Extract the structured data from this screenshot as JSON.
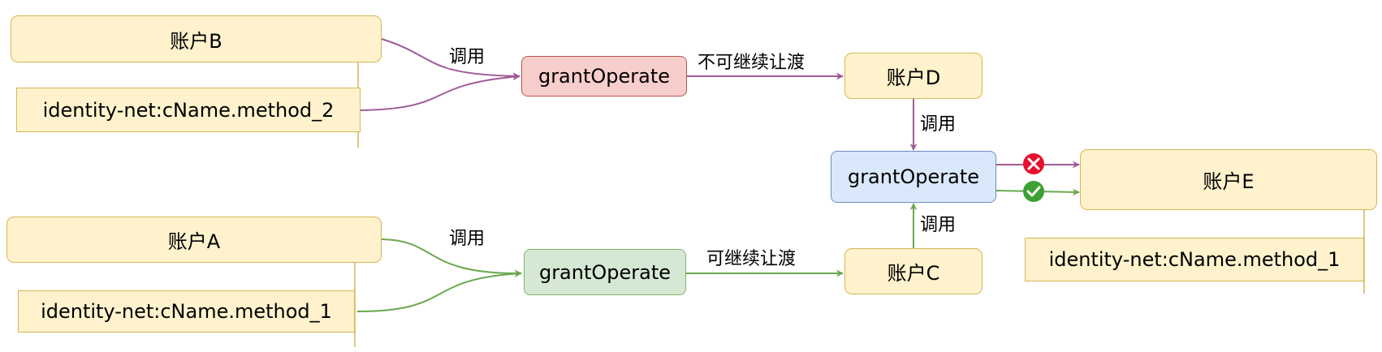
{
  "nodes": {
    "account_b": "账户B",
    "ident_method_2": "identity-net:cName.method_2",
    "grant_red": "grantOperate",
    "account_d": "账户D",
    "grant_blue": "grantOperate",
    "account_e": "账户E",
    "ident_method_1_e": "identity-net:cName.method_1",
    "account_a": "账户A",
    "ident_method_1_a": "identity-net:cName.method_1",
    "grant_green": "grantOperate",
    "account_c": "账户C"
  },
  "edges": {
    "call_top": "调用",
    "call_d": "调用",
    "call_bottom": "调用",
    "call_c": "调用",
    "no_transfer": "不可继续让渡",
    "can_transfer": "可继续让渡"
  },
  "colors": {
    "purple_edge": "#a05a96",
    "green_edge": "#6aa84f",
    "deny_icon": "#e8102e",
    "allow_icon": "#3aa132"
  },
  "icons": {
    "deny": "x-circle-icon",
    "allow": "check-circle-icon"
  }
}
